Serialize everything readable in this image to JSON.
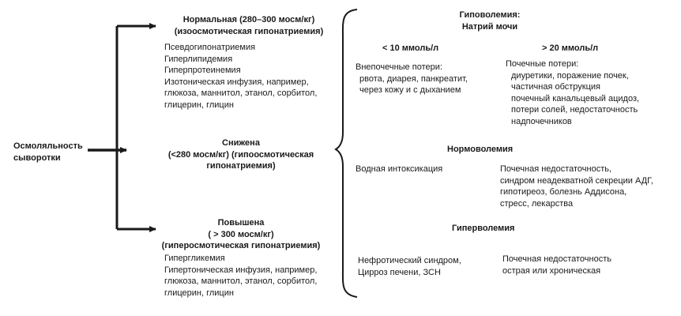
{
  "root": {
    "lines": [
      "Осмоляльность",
      "сыворотки"
    ]
  },
  "normal": {
    "title_lines": [
      "Нормальная (280–300 мосм/кг)",
      "(изоосмотическая гипонатриемия)"
    ],
    "causes": [
      "Псевдогипонатриемия",
      "Гиперлипидемия",
      "Гиперпротеинемия",
      "Изотоническая инфузия, например,",
      "глюкоза, маннитол, этанол, сорбитол,",
      "глицерин, глицин"
    ]
  },
  "reduced": {
    "title_lines": [
      "Снижена",
      "(<280 мосм/кг) (гипоосмотическая",
      "гипонатриемия)"
    ]
  },
  "increased": {
    "title_lines": [
      "Повышена",
      "( > 300 мосм/кг)",
      "(гиперосмотическая гипонатриемия)"
    ],
    "causes": [
      "Гипергликемия",
      "Гипертоническая инфузия, например,",
      "глюкоза, маннитол, этанол, сорбитол,",
      "глицерин, глицин"
    ]
  },
  "hypovolemia": {
    "title_lines": [
      "Гиповолемия:",
      "Натрий мочи"
    ],
    "low_header": "< 10 ммоль/л",
    "high_header": "> 20 ммоль/л",
    "low_lines": [
      "Внепочечные потери:",
      "рвота, диарея, панкреатит,",
      "через кожу и с дыханием"
    ],
    "high_lines": [
      "Почечные потери:",
      "диуретики, поражение почек,",
      "частичная обструкция",
      "почечный канальцевый ацидоз,",
      "потери солей, недостаточность",
      "надпочечников"
    ]
  },
  "normovolemia": {
    "title": "Нормоволемия",
    "left_lines": [
      "Водная интоксикация"
    ],
    "right_lines": [
      "Почечная недостаточность,",
      "синдром неадекватной секреции АДГ,",
      "гипотиреоз, болезнь Аддисона,",
      "стресс, лекарства"
    ]
  },
  "hypervolemia": {
    "title": "Гиперволемия",
    "left_lines": [
      "Нефротический синдром,",
      "Цирроз печени, ЗСН"
    ],
    "right_lines": [
      "Почечная недостаточность",
      "острая или хроническая"
    ]
  }
}
